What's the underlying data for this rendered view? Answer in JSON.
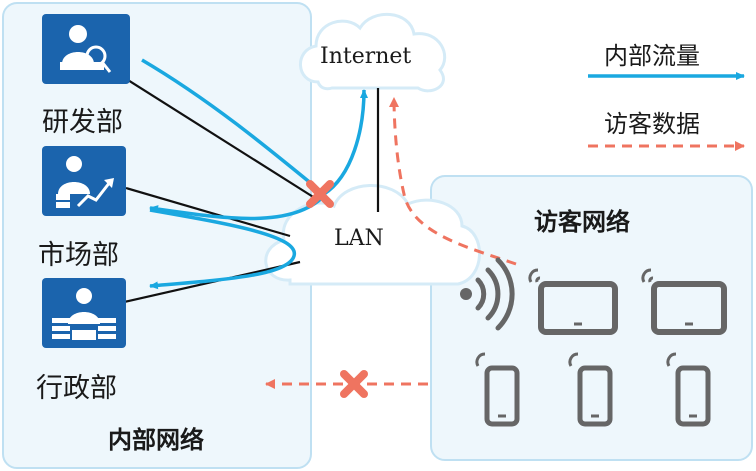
{
  "internal_zone": {
    "title": "内部网络"
  },
  "departments": [
    {
      "label": "研发部",
      "icon": "researcher-icon"
    },
    {
      "label": "市场部",
      "icon": "marketer-icon"
    },
    {
      "label": "行政部",
      "icon": "administrator-icon"
    }
  ],
  "clouds": {
    "internet": "Internet",
    "lan": "LAN"
  },
  "guest_zone": {
    "title": "访客网络"
  },
  "legend": {
    "internal": {
      "label": "内部流量",
      "color": "#1aa8e0",
      "style": "solid-arrow"
    },
    "guest": {
      "label": "访客数据",
      "color": "#ef7460",
      "style": "dashed-arrow"
    }
  },
  "colors": {
    "zone_fill": "#eef7fc",
    "zone_border": "#bfe0f2",
    "icon_tile": "#1b64ad",
    "device_gray": "#666666",
    "block_mark": "#ef7460"
  }
}
